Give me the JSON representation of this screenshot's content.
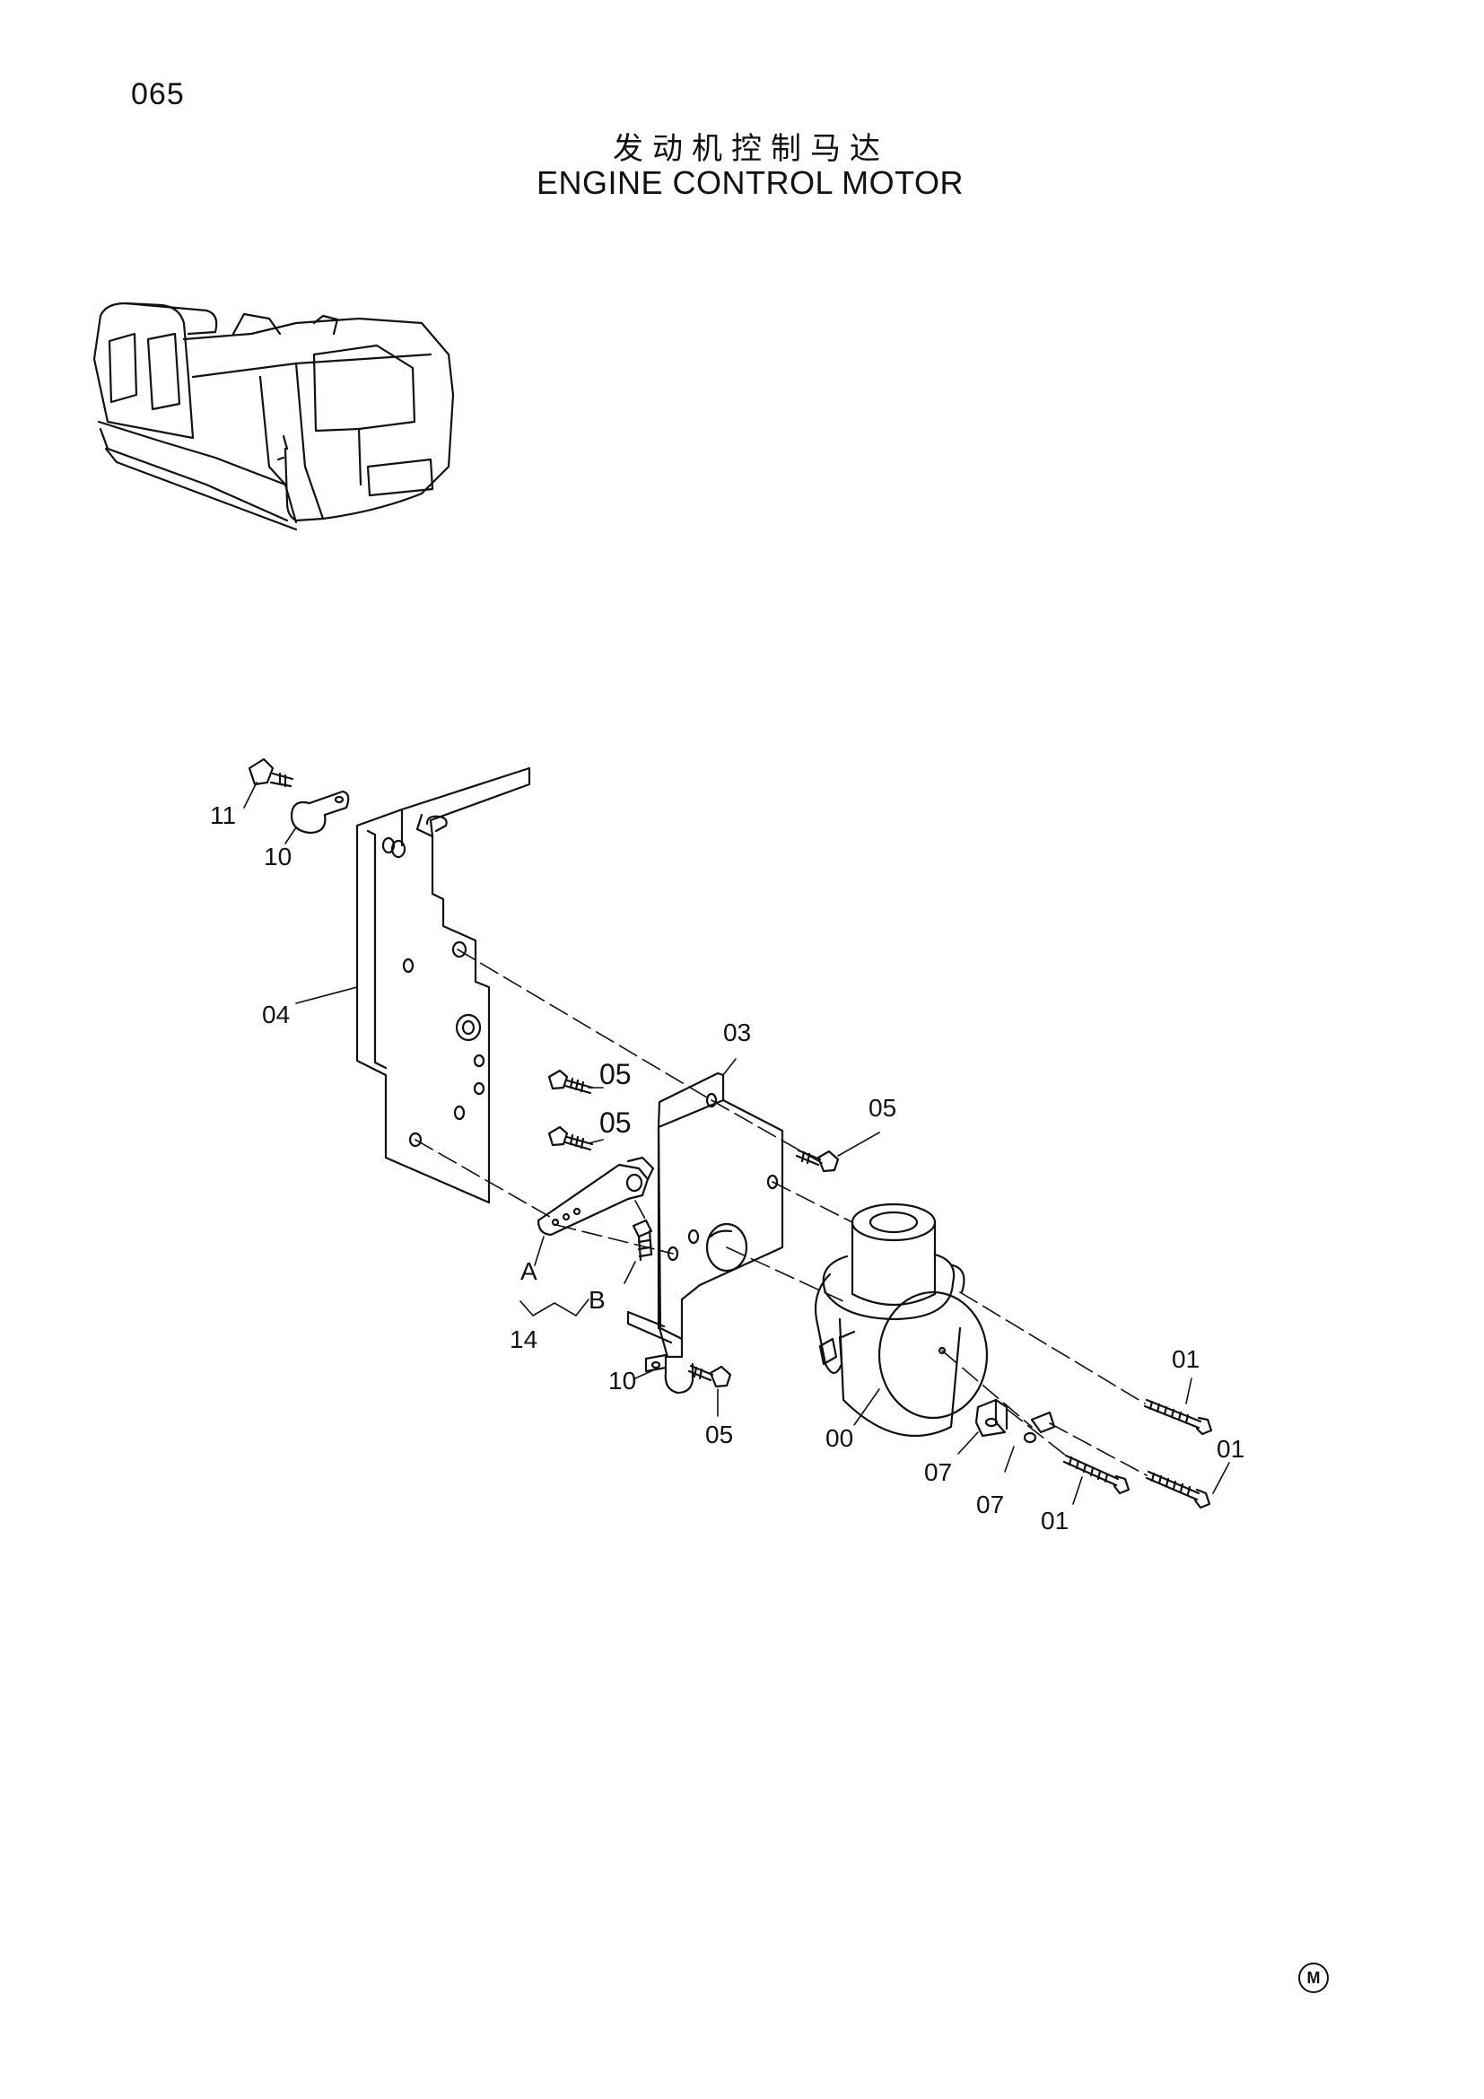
{
  "page_number": "065",
  "title_cn": "发动机控制马达",
  "title_en": "ENGINE CONTROL MOTOR",
  "callouts": {
    "c11": "11",
    "c10_top": "10",
    "c04": "04",
    "c03": "03",
    "c05_a": "05",
    "c05_b": "05",
    "c05_c": "05",
    "c05_d": "05",
    "cA": "A",
    "cB": "B",
    "c14": "14",
    "c10_bottom": "10",
    "c00": "00",
    "c01_a": "01",
    "c01_b": "01",
    "c01_c": "01",
    "c07_a": "07",
    "c07_b": "07"
  },
  "logo_text": "M"
}
